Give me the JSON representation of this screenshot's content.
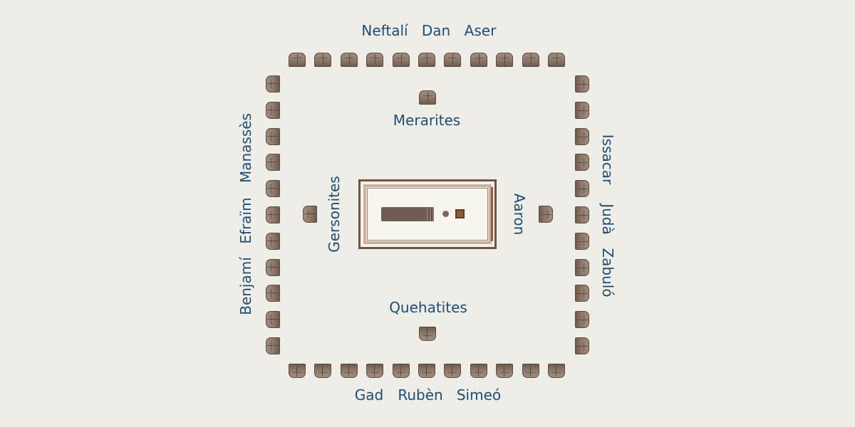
{
  "labels": {
    "north_top": [
      "Neftalí",
      "Dan",
      "Aser"
    ],
    "south_bottom": [
      "Gad",
      "Rubèn",
      "Simeó"
    ],
    "west_side": [
      "Manassès",
      "Efraïm",
      "Benjamí"
    ],
    "east_side": [
      "Issacar",
      "Judà",
      "Zabuló"
    ],
    "levites": {
      "merarites": "Merarites",
      "gersonites": "Gersonites",
      "quehatites": "Quehatites",
      "aaron": "Aaron"
    }
  },
  "icons": {
    "tent": "tent-icon",
    "tabernacle": "tabernacle-icon"
  },
  "colors": {
    "label": "#1f4d74",
    "tent": "#8c796c",
    "background": "#efede8"
  }
}
